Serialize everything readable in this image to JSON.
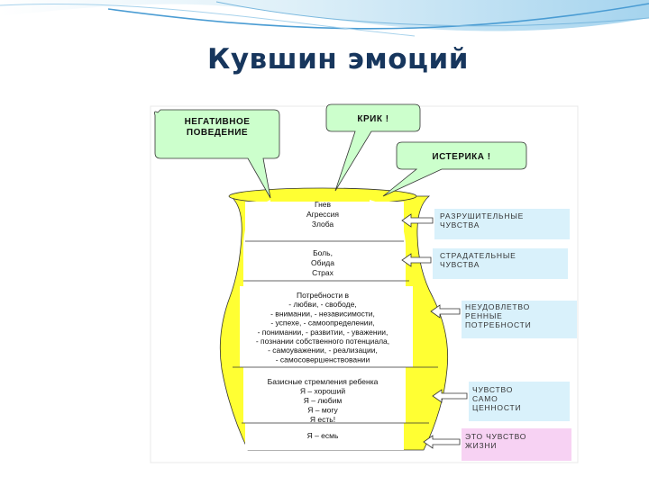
{
  "title": "Кувшин эмоций",
  "bubbles": [
    {
      "lines": [
        "НЕГАТИВНОЕ",
        "ПОВЕДЕНИЕ"
      ]
    },
    {
      "lines": [
        "КРИК !"
      ]
    },
    {
      "lines": [
        "ИСТЕРИКА !"
      ]
    }
  ],
  "jar_sections": [
    {
      "lines": [
        "Гнев",
        "Агрессия",
        "Злоба"
      ]
    },
    {
      "lines": [
        "Боль,",
        "Обида",
        "Страх"
      ]
    },
    {
      "lines": [
        "Потребности в",
        "- любви, - свободе,",
        "- внимании, - независимости,",
        "- успехе, - самоопределении,",
        "- понимании, - развитии, - уважении,",
        "- познании собственного потенциала,",
        "- самоуважении, - реализации,",
        "- самосовершенствовании"
      ]
    },
    {
      "lines": [
        "Базисные стремления ребенка",
        "Я – хороший",
        "Я – любим",
        "Я – могу",
        "Я есть!"
      ]
    },
    {
      "lines": [
        "Я – есмь"
      ]
    }
  ],
  "side_labels": [
    {
      "lines": [
        "РАЗРУШИТЕЛЬНЫЕ",
        "ЧУВСТВА"
      ],
      "color": "#d9f1fb"
    },
    {
      "lines": [
        "СТРАДАТЕЛЬНЫЕ",
        "ЧУВСТВА"
      ],
      "color": "#d9f1fb"
    },
    {
      "lines": [
        "НЕУДОВЛЕТВО",
        "РЕННЫЕ",
        "ПОТРЕБНОСТИ"
      ],
      "color": "#d9f1fb"
    },
    {
      "lines": [
        "ЧУВСТВО",
        "САМО",
        "ЦЕННОСТИ"
      ],
      "color": "#d9f1fb"
    },
    {
      "lines": [
        "ЭТО ЧУВСТВО",
        "ЖИЗНИ"
      ],
      "color": "#f7d2f3"
    }
  ],
  "colors": {
    "jar_yellow": "#ffff33",
    "bubble_green": "#ccffcc",
    "title": "#17365d",
    "accent_blue": "#5ba3cf"
  }
}
